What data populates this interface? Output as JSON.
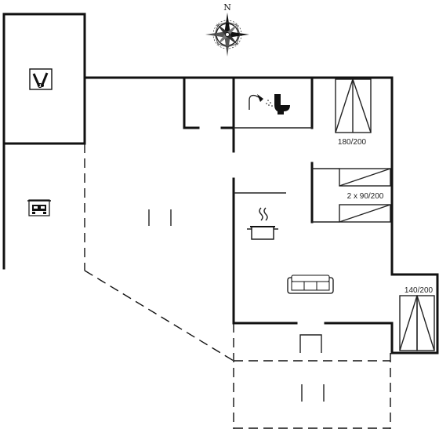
{
  "compass": {
    "north_label": "N"
  },
  "beds": [
    {
      "label": "180/200"
    },
    {
      "label": "2 x 90/200"
    },
    {
      "label": "140/200"
    }
  ],
  "icons": {
    "shed": "tools-icon",
    "carport": "car-icon",
    "shower": "shower-icon",
    "toilet": "toilet-icon",
    "kitchen": "cooking-pot-icon",
    "living": "sofa-icon",
    "compass": "compass-rose-icon"
  },
  "colors": {
    "line": "#111111",
    "background": "#ffffff"
  }
}
